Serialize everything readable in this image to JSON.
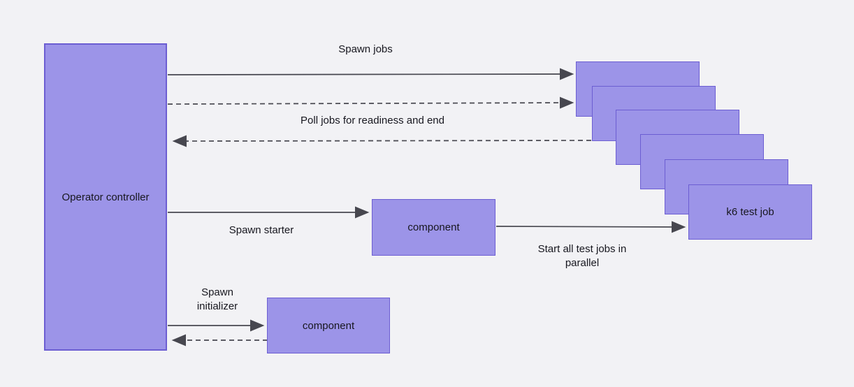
{
  "canvas": {
    "background_color": "#f2f2f5",
    "node_fill_color": "#9c94e8",
    "node_border_color": "#6c5ed2",
    "arrow_color": "#47474f",
    "text_color": "#17171f"
  },
  "nodes": {
    "operator_controller": "Operator controller",
    "starter_component": "component",
    "initializer_component": "component",
    "k6_test_job": "k6 test job"
  },
  "edge_labels": {
    "spawn_jobs": "Spawn jobs",
    "poll_jobs": "Poll jobs for readiness and end",
    "spawn_starter": "Spawn starter",
    "start_all_test_jobs": "Start all test jobs in parallel",
    "spawn_initializer": "Spawn initializer"
  }
}
